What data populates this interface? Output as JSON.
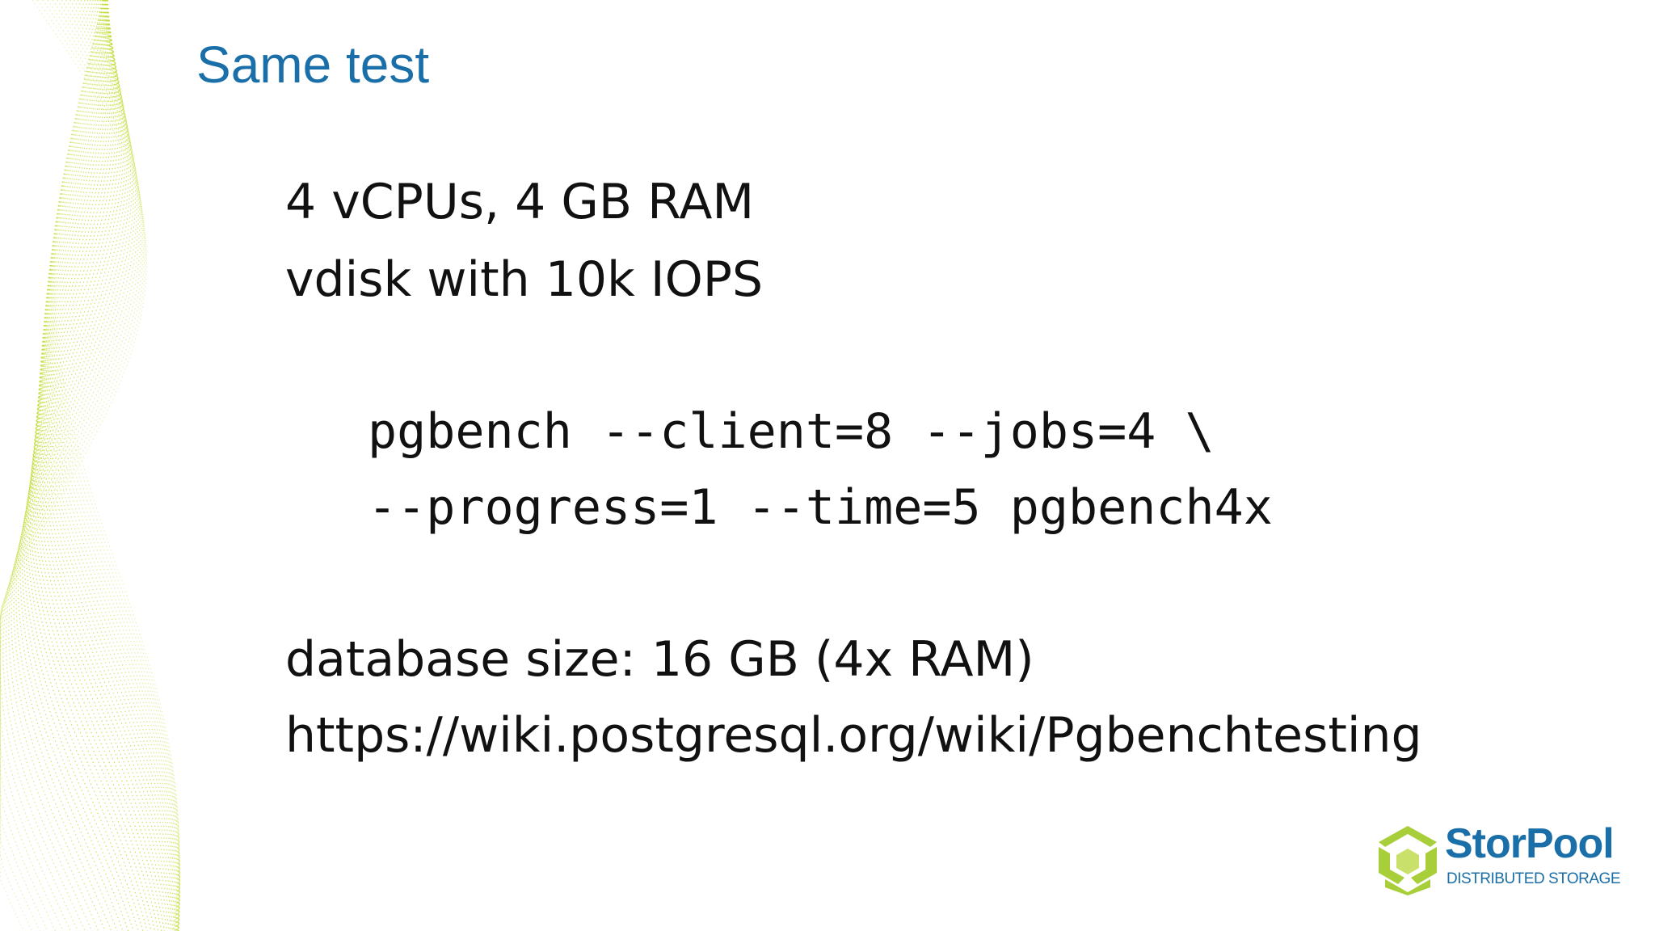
{
  "slide": {
    "title": "Same test",
    "spec_lines": [
      "4 vCPUs, 4 GB RAM",
      "vdisk with 10k IOPS"
    ],
    "command_lines": [
      "pgbench --client=8 --jobs=4 \\",
      "--progress=1 --time=5 pgbench4x"
    ],
    "footer_lines": [
      "database size: 16 GB (4x RAM)",
      "https://wiki.postgresql.org/wiki/Pgbenchtesting"
    ]
  },
  "logo": {
    "name": "StorPool",
    "tagline": "DISTRIBUTED STORAGE",
    "icon": "storpool-hexagon-icon"
  },
  "colors": {
    "title": "#1b6fa8",
    "text": "#111111",
    "accent_green": "#c2dc3c",
    "logo_blue": "#1b6fa8",
    "logo_green": "#a8cf3a"
  }
}
